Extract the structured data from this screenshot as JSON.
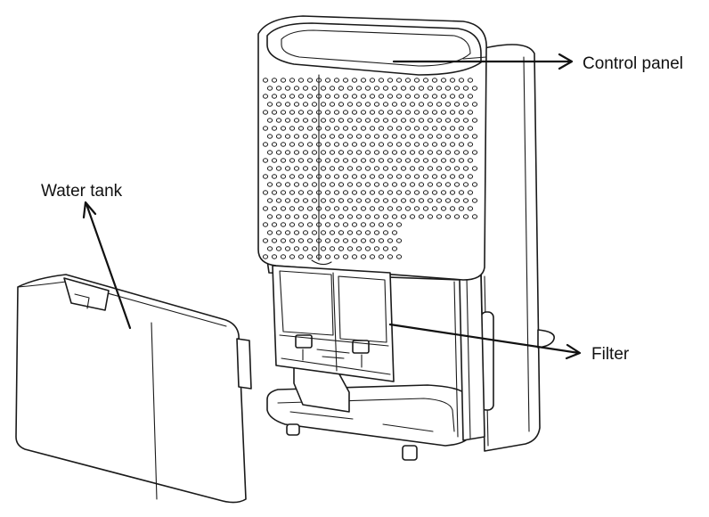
{
  "labels": {
    "control_panel": "Control panel",
    "water_tank": "Water tank",
    "filter": "Filter"
  },
  "colors": {
    "line": "#1a1a1a",
    "background": "#ffffff"
  }
}
